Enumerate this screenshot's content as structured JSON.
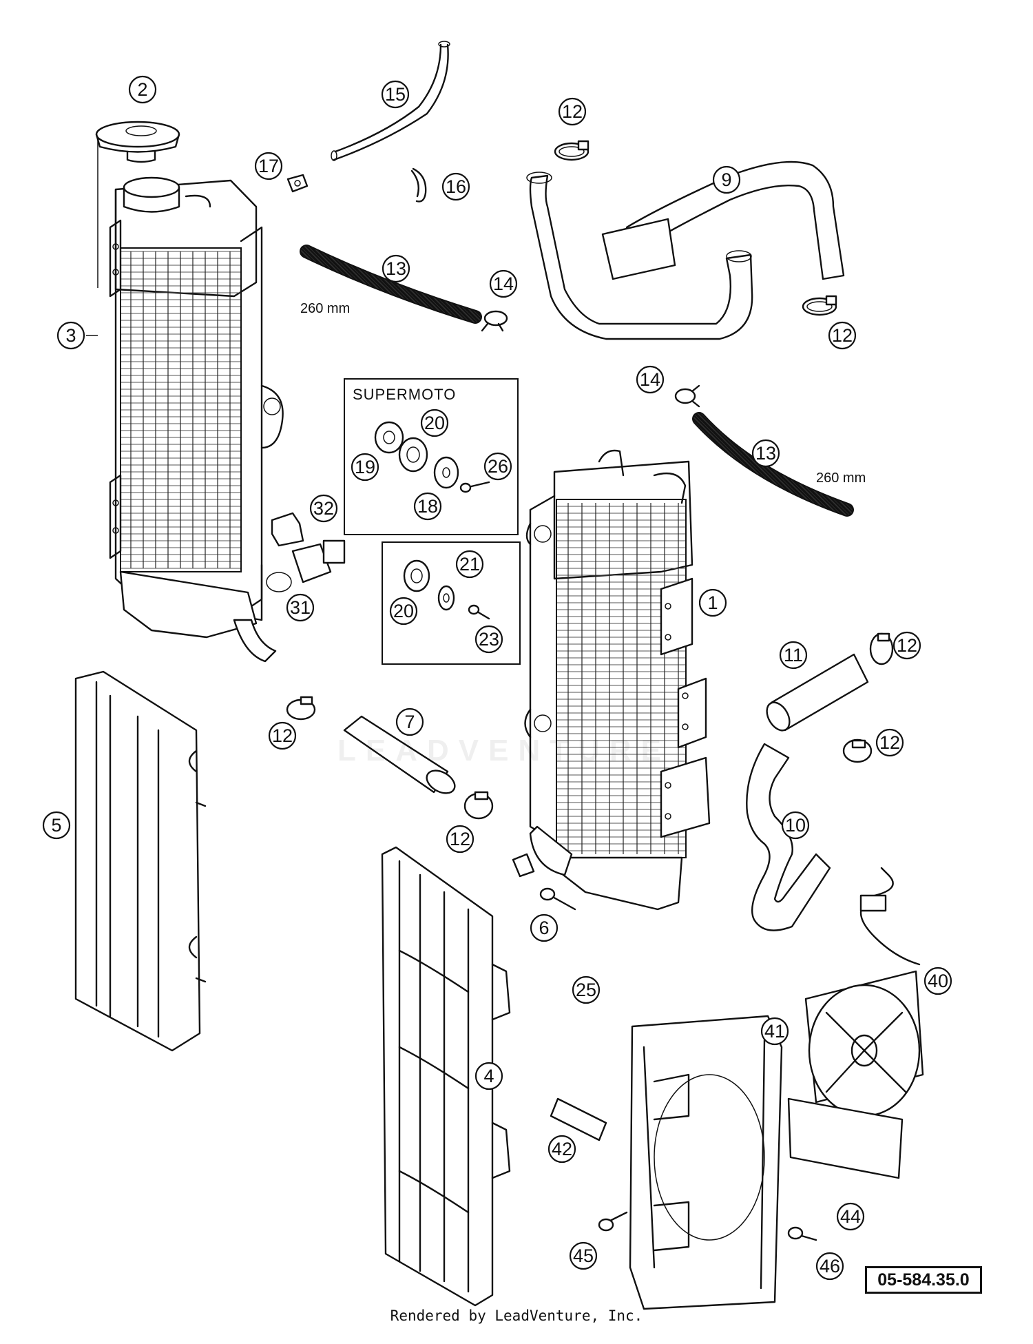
{
  "diagram": {
    "reference_code": "05-584.35.0",
    "footer": "Rendered by LeadVenture, Inc.",
    "watermark": "LEADVENTURE",
    "boxes": {
      "supermoto_title": "SUPERMOTO"
    },
    "dimension_labels": {
      "hose_upper": "260 mm",
      "hose_right": "260 mm"
    },
    "callouts": {
      "c1": "1",
      "c2": "2",
      "c3": "3",
      "c4": "4",
      "c5": "5",
      "c6": "6",
      "c7": "7",
      "c9": "9",
      "c10": "10",
      "c11": "11",
      "c12a": "12",
      "c12b": "12",
      "c12c": "12",
      "c12d": "12",
      "c12e": "12",
      "c12f": "12",
      "c13a": "13",
      "c13b": "13",
      "c14a": "14",
      "c14b": "14",
      "c15": "15",
      "c16": "16",
      "c17": "17",
      "c18": "18",
      "c19": "19",
      "c20a": "20",
      "c20b": "20",
      "c21": "21",
      "c23": "23",
      "c25": "25",
      "c26": "26",
      "c31": "31",
      "c32": "32",
      "c40": "40",
      "c41": "41",
      "c42": "42",
      "c44": "44",
      "c45": "45",
      "c46": "46"
    }
  }
}
